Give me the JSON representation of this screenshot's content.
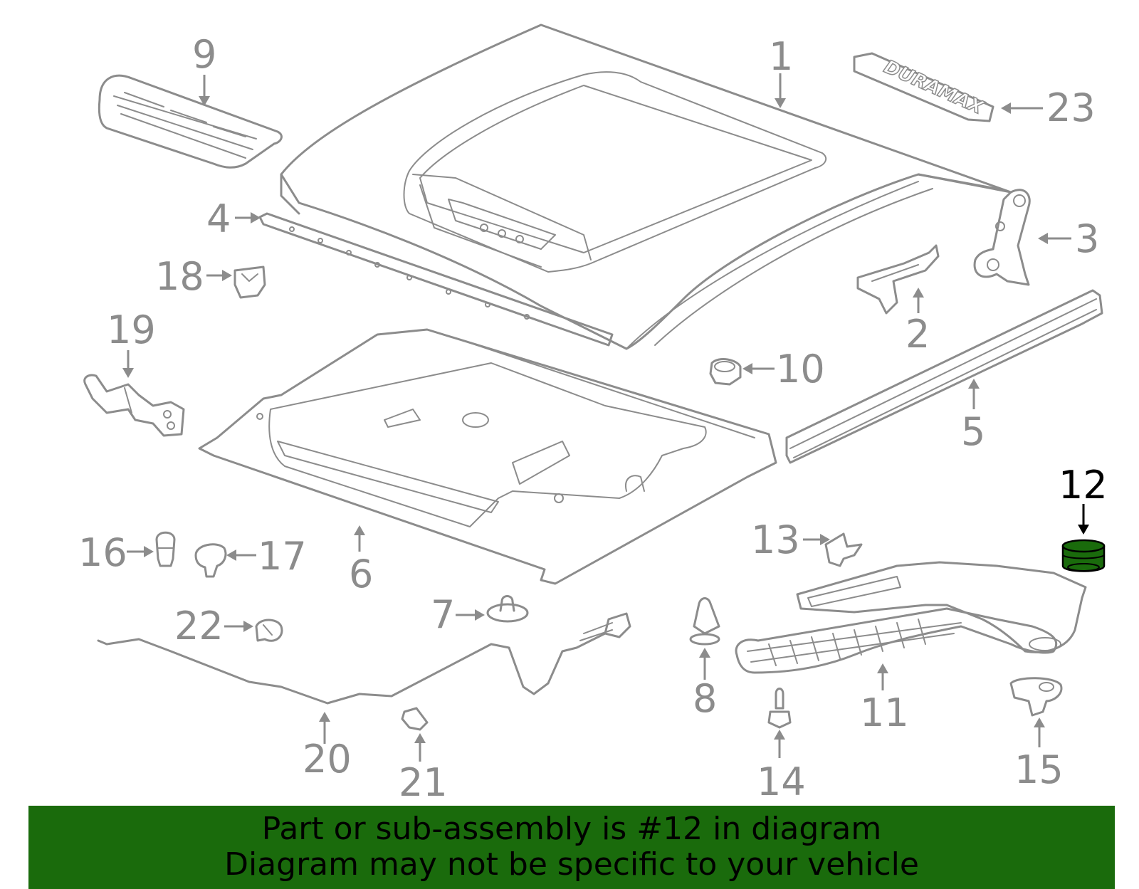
{
  "callouts": [
    {
      "id": "1",
      "label": "1"
    },
    {
      "id": "2",
      "label": "2"
    },
    {
      "id": "3",
      "label": "3"
    },
    {
      "id": "4",
      "label": "4"
    },
    {
      "id": "5",
      "label": "5"
    },
    {
      "id": "6",
      "label": "6"
    },
    {
      "id": "7",
      "label": "7"
    },
    {
      "id": "8",
      "label": "8"
    },
    {
      "id": "9",
      "label": "9"
    },
    {
      "id": "10",
      "label": "10"
    },
    {
      "id": "11",
      "label": "11"
    },
    {
      "id": "12",
      "label": "12"
    },
    {
      "id": "13",
      "label": "13"
    },
    {
      "id": "14",
      "label": "14"
    },
    {
      "id": "15",
      "label": "15"
    },
    {
      "id": "16",
      "label": "16"
    },
    {
      "id": "17",
      "label": "17"
    },
    {
      "id": "18",
      "label": "18"
    },
    {
      "id": "19",
      "label": "19"
    },
    {
      "id": "20",
      "label": "20"
    },
    {
      "id": "21",
      "label": "21"
    },
    {
      "id": "22",
      "label": "22"
    },
    {
      "id": "23",
      "label": "23"
    }
  ],
  "highlighted_part": "12",
  "emblem": {
    "text": "DURAMAX"
  },
  "banner": {
    "line1": "Part or sub-assembly is #12 in diagram",
    "line2": "Diagram may not be specific to your vehicle"
  },
  "colors": {
    "outline": "#8c8c8c",
    "highlight_fill": "#1a6b0c",
    "banner_bg": "#1a6b0c",
    "banner_text": "#000000"
  }
}
